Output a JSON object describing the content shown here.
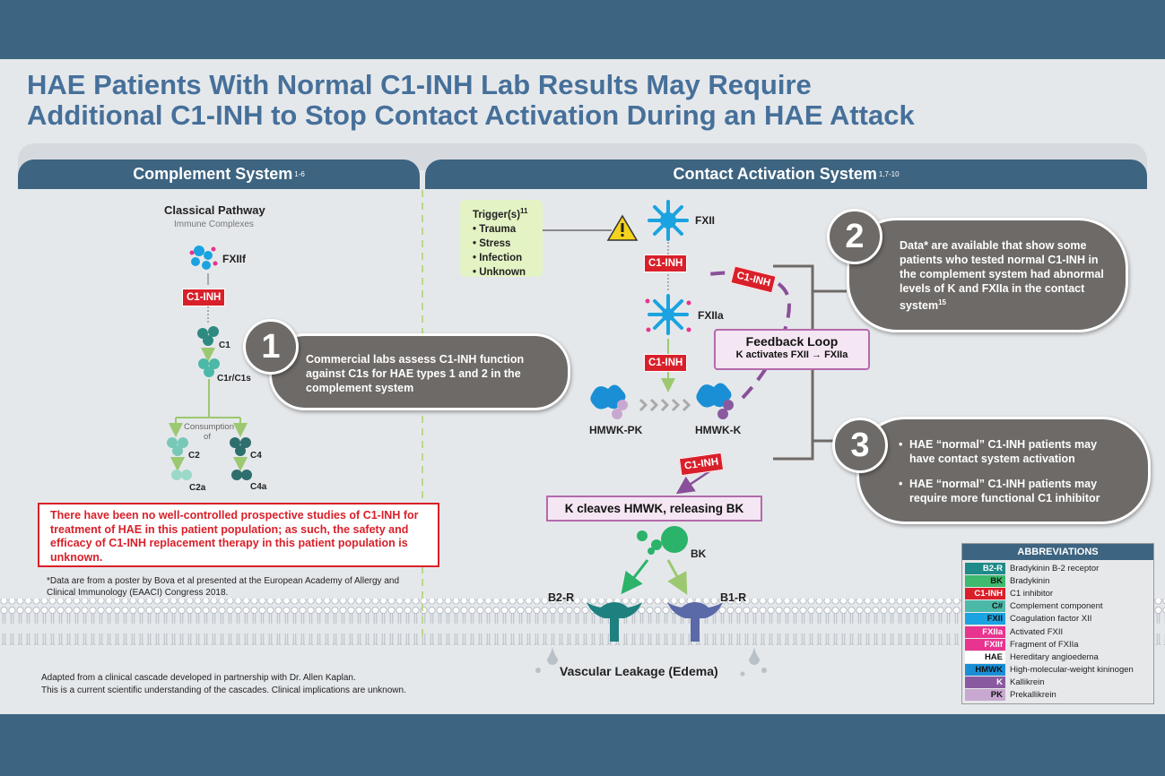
{
  "title": {
    "line1": "HAE Patients With Normal C1-INH Lab Results May Require",
    "line2": "Additional C1-INH to Stop Contact Activation During an HAE Attack"
  },
  "complement": {
    "header": "Complement System",
    "header_sup": "1-6",
    "pathway_title": "Classical Pathway",
    "pathway_subtitle": "Immune Complexes",
    "fxiif": "FXIIf",
    "c1inh": "C1-INH",
    "c1": "C1",
    "c1rc1s": "C1r/C1s",
    "consumption": "Consumption\nof",
    "c2": "C2",
    "c2a": "C2a",
    "c4": "C4",
    "c4a": "C4a"
  },
  "contact": {
    "header": "Contact Activation System",
    "header_sup": "1,7-10",
    "trigger_title": "Trigger(s)",
    "trigger_sup": "11",
    "triggers": [
      "Trauma",
      "Stress",
      "Infection",
      "Unknown"
    ],
    "fxii": "FXII",
    "fxiia": "FXIIa",
    "c1inh": "C1-INH",
    "hmwk_pk": "HMWK-PK",
    "hmwk_k": "HMWK-K",
    "feedback_title": "Feedback Loop",
    "feedback_sub": "K activates FXII → FXIIa",
    "cleaves": "K cleaves HMWK, releasing BK",
    "bk": "BK",
    "b2r": "B2-R",
    "b1r": "B1-R",
    "vascular": "Vascular Leakage (Edema)"
  },
  "callouts": {
    "c1_number": "1",
    "c1_text": "Commercial labs assess C1-INH function against C1s for HAE types 1 and 2 in the complement system",
    "c2_number": "2",
    "c2_text": "Data* are available that show some patients who tested normal C1-INH in the complement system had abnormal levels of K and FXIIa in the contact system",
    "c2_sup": "15",
    "c3_number": "3",
    "c3_items": [
      "HAE “normal” C1-INH patients may have contact system activation",
      "HAE “normal” C1-INH patients may require more functional C1 inhibitor"
    ]
  },
  "warning": "There have been no well-controlled prospective studies of C1-INH for treatment of HAE in this patient population; as such, the safety and efficacy of C1-INH replacement therapy in this patient population is unknown.",
  "footnote": "*Data are from a poster by Bova et al presented at the European Academy of Allergy and Clinical Immunology (EAACI) Congress 2018.",
  "adapted_line1": "Adapted from a clinical cascade developed in partnership with Dr. Allen Kaplan.",
  "adapted_line2": "This is a current scientific understanding of the cascades. Clinical implications are unknown.",
  "abbreviations": {
    "header": "ABBREVIATIONS",
    "rows": [
      {
        "key": "B2-R",
        "def": "Bradykinin B-2 receptor",
        "color": "#1f8a8a",
        "text_color": "#ffffff"
      },
      {
        "key": "BK",
        "def": "Bradykinin",
        "color": "#3dba6e",
        "text_color": "#111111"
      },
      {
        "key": "C1-INH",
        "def": "C1 inhibitor",
        "color": "#d9202a",
        "text_color": "#ffffff"
      },
      {
        "key": "C#",
        "def": "Complement component",
        "color": "#4cb8a8",
        "text_color": "#111111"
      },
      {
        "key": "FXII",
        "def": "Coagulation factor XII",
        "color": "#1aa3e0",
        "text_color": "#111111"
      },
      {
        "key": "FXIIa",
        "def": "Activated FXII",
        "color": "#e8338f",
        "text_color": "#ffffff"
      },
      {
        "key": "FXIIf",
        "def": "Fragment of FXIIa",
        "color": "#e8338f",
        "text_color": "#ffffff"
      },
      {
        "key": "HAE",
        "def": "Hereditary angioedema",
        "color": "#ffffff",
        "text_color": "#111111"
      },
      {
        "key": "HMWK",
        "def": "High-molecular-weight kininogen",
        "color": "#1a8fd6",
        "text_color": "#111111"
      },
      {
        "key": "K",
        "def": "Kallikrein",
        "color": "#8a5aa0",
        "text_color": "#ffffff"
      },
      {
        "key": "PK",
        "def": "Prekallikrein",
        "color": "#c8a8d0",
        "text_color": "#111111"
      }
    ]
  },
  "colors": {
    "band": "#3d6480",
    "title": "#46709a",
    "c1inh": "#d9202a",
    "bubble": "#6e6a67",
    "feedback": "#b46aac",
    "fxii": "#1aa3e0",
    "fxiia_dot": "#e8338f",
    "complement_teal": "#4cb8a8",
    "complement_dark": "#2e6e6e",
    "receptor_b2": "#1f8080",
    "receptor_b1": "#5a6aa8",
    "bk_green": "#2bb36a",
    "arrow_green": "#9cc870",
    "trigger_bg": "#e3f3c4"
  }
}
